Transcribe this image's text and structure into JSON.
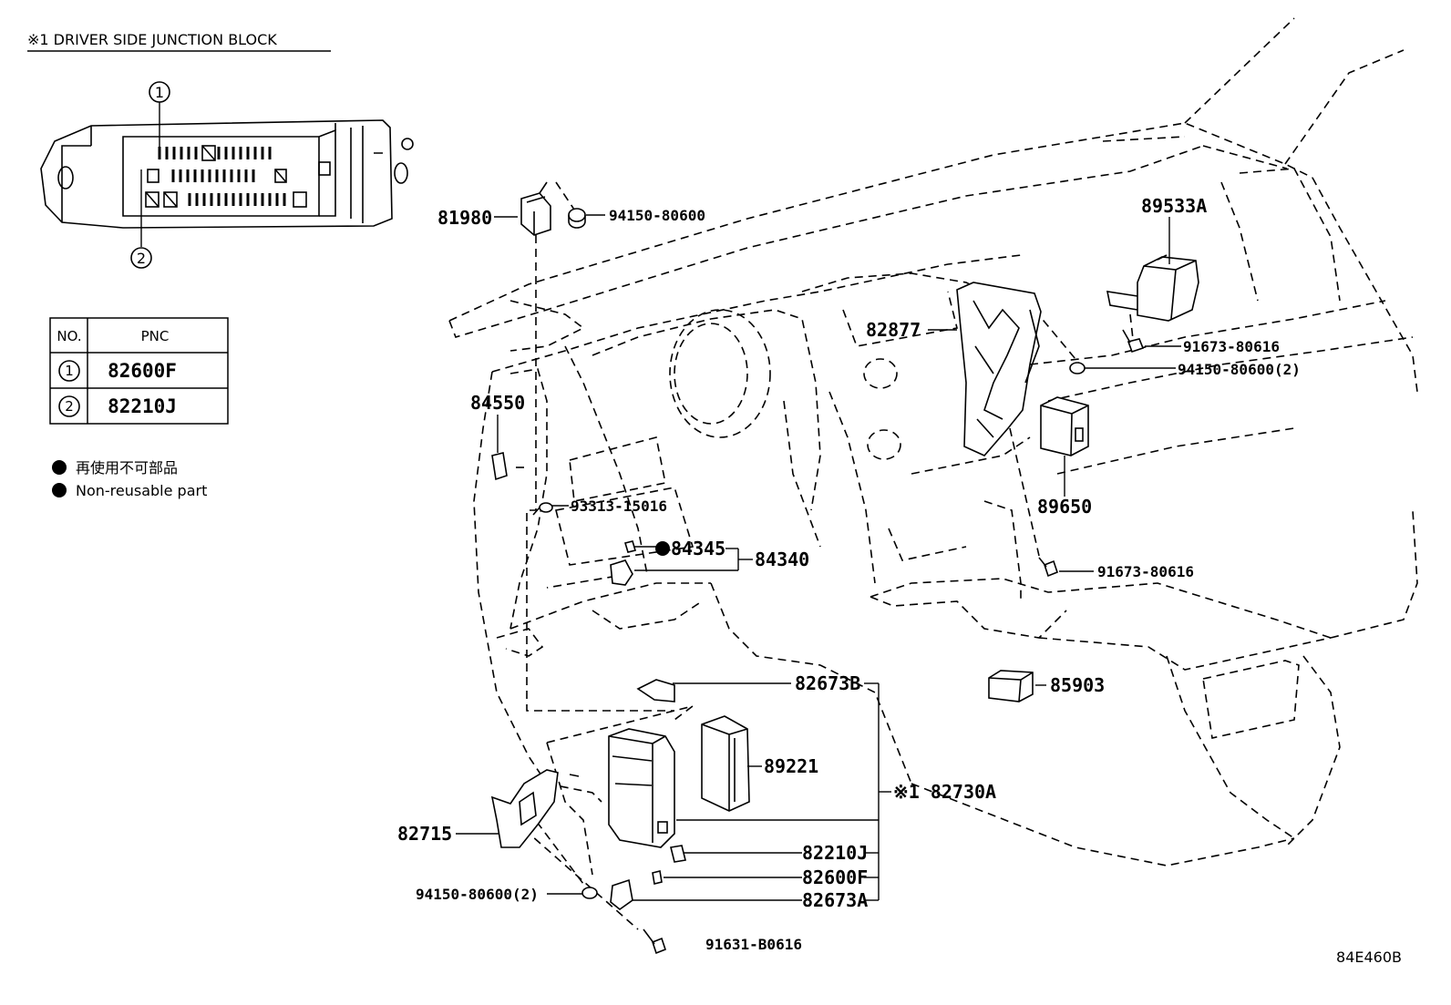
{
  "header": {
    "title": "※1  DRIVER SIDE JUNCTION BLOCK"
  },
  "table": {
    "headers": [
      "NO.",
      "PNC"
    ],
    "rows": [
      {
        "no": "1",
        "pnc": "82600F"
      },
      {
        "no": "2",
        "pnc": "82210J"
      }
    ]
  },
  "legend": {
    "items": [
      "再使用不可部品",
      "Non-reusable part"
    ]
  },
  "callouts": {
    "inset_1": "1",
    "inset_2": "2"
  },
  "parts": {
    "p81980": "81980",
    "p94150_80600": "94150-80600",
    "p89533A": "89533A",
    "p82877": "82877",
    "p91673_80616_a": "91673-80616",
    "p94150_80600_2a": "94150-80600(2)",
    "p84550": "84550",
    "p89650": "89650",
    "p93313_15016": "93313-15016",
    "p84345": "84345",
    "p84340": "84340",
    "p91673_80616_b": "91673-80616",
    "p85903": "85903",
    "p82673B": "82673B",
    "p89221": "89221",
    "p82730A": "※1 82730A",
    "p82715": "82715",
    "p82210J": "82210J",
    "p82600F": "82600F",
    "p94150_80600_2b": "94150-80600(2)",
    "p82673A": "82673A",
    "p91631_B0616": "91631-B0616"
  },
  "footer": {
    "diagram_code": "84E460B"
  }
}
